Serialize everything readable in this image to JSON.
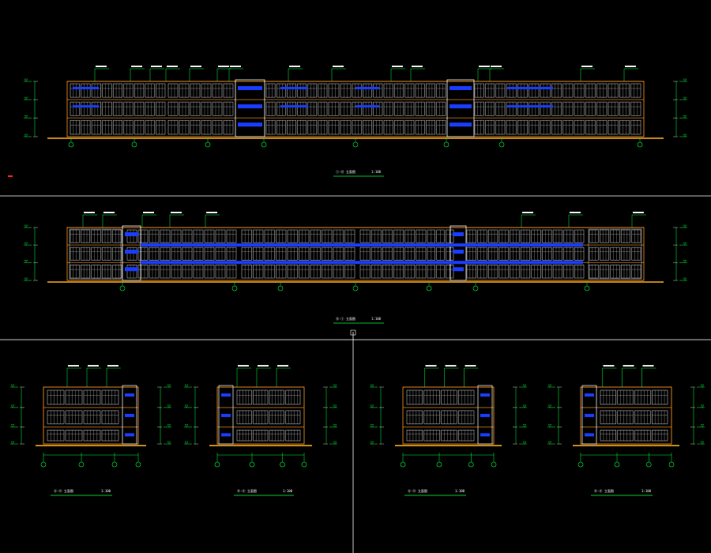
{
  "colors": {
    "background": "#000000",
    "outline": "#ff9a1f",
    "window": "#d8d8d8",
    "glass": "#1a3cff",
    "leader": "#00ff3c",
    "dim": "#00ff3c",
    "axis": "#00ff3c",
    "ground": "#ffb020",
    "frame": "#ffffff",
    "marker": "#ff2222"
  },
  "views": {
    "main_front": {
      "title": "①-⑫ 立面图",
      "scale": "1:100"
    },
    "main_back": {
      "title": "⑫-① 立面图",
      "scale": "1:100"
    },
    "side_1": {
      "title": "Ⓐ-Ⓓ 立面图",
      "scale": "1:100"
    },
    "side_2": {
      "title": "Ⓓ-Ⓐ 立面图",
      "scale": "1:100"
    },
    "side_3": {
      "title": "Ⓐ-Ⓓ 立面图",
      "scale": "1:100"
    },
    "side_4": {
      "title": "Ⓓ-Ⓐ 立面图",
      "scale": "1:100"
    }
  }
}
